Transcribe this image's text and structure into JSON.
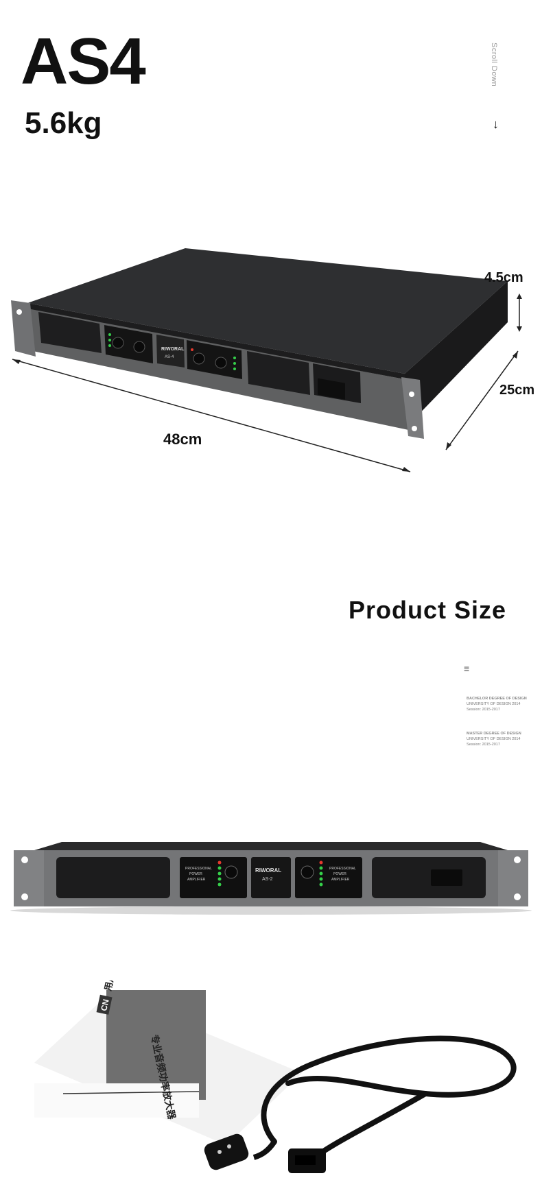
{
  "header": {
    "model": "AS4",
    "weight": "5.6kg",
    "scroll_label": "Scroll Down",
    "scroll_arrow": "↓"
  },
  "dimensions": {
    "height": "4.5cm",
    "depth": "25cm",
    "width": "48cm"
  },
  "product_size": {
    "title": "Product Size",
    "menu_icon": "≡",
    "entries": [
      {
        "title": "BACHELOR DEGREE OF DESIGN",
        "line1": "UNIVERSITY OF DESIGN 2014",
        "line2": "Session: 2015-2017"
      },
      {
        "title": "MASTER DEGREE OF DESIGN",
        "line1": "UNIVERSITY OF DESIGN 2014",
        "line2": "Session: 2015-2017"
      }
    ]
  },
  "front_panel": {
    "brand": "RIWORAL",
    "model_label": "AS-2",
    "left_label": [
      "PROFESSIONAL",
      "POWER",
      "AMPLIFIER"
    ],
    "right_label": [
      "PROFESSIONAL",
      "POWER",
      "AMPLIFIER"
    ]
  },
  "top_amp": {
    "brand": "RIWORAL",
    "model_label": "AS-4"
  },
  "accessories": {
    "manual_cn": "CN",
    "manual_title": "用户手册",
    "manual_subtitle": "专业音频功率放大器"
  },
  "colors": {
    "chassis": "#2b2b2b",
    "faceplate": "#6b6b6b",
    "led_green": "#35d04a",
    "led_red": "#e63a2e"
  }
}
